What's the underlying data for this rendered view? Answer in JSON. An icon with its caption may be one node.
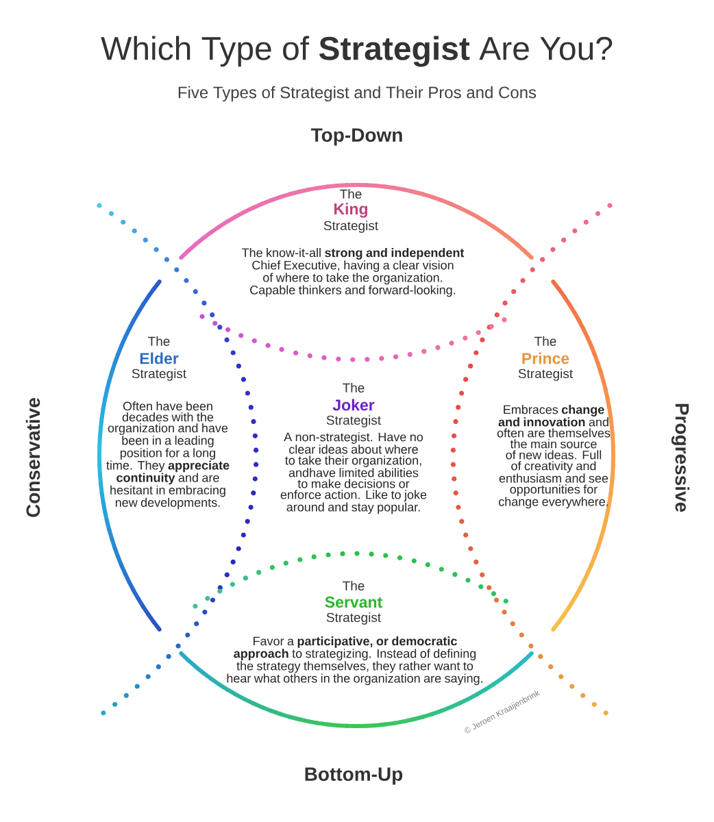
{
  "diagram": {
    "title": "Which Type of **Strategist** Are You?",
    "labels": [
      "Five Types of Strategist and Their Pros and Cons",
      "Top-Down",
      "The",
      "King",
      "Strategist",
      "The know-it-all **strong and independent** Chief Executive, having a clear vision of where to take the organization. Capable thinkers and forward-looking.",
      "Conservative",
      "The",
      "Elder",
      "Strategist",
      "Often have been decades with the organization and have been in a leading position for a long time. They **appreciate continuity** and are hesitant in embracing new developments.",
      "The",
      "Joker",
      "Strategist",
      "A non-strategist. Have no clear ideas about where to take their organization, andhave limited abilities to make decisions or enforce action. Like to joke around and stay popular.",
      "The",
      "Prince",
      "Strategist",
      "Embraces **change and innovation** and often are themselves the main source of new ideas. Full of creativity and enthusiasm and see opportunities for change everywhere.",
      "Progressive",
      "The",
      "Servant",
      "Strategist",
      "Favor a **participative, or democratic approach** to strategizing. Instead of defining the strategy themselves, they rather want to hear what others in the organization are saying.",
      "© Jeroen Kraaijenbrink",
      "Bottom-Up"
    ]
  }
}
